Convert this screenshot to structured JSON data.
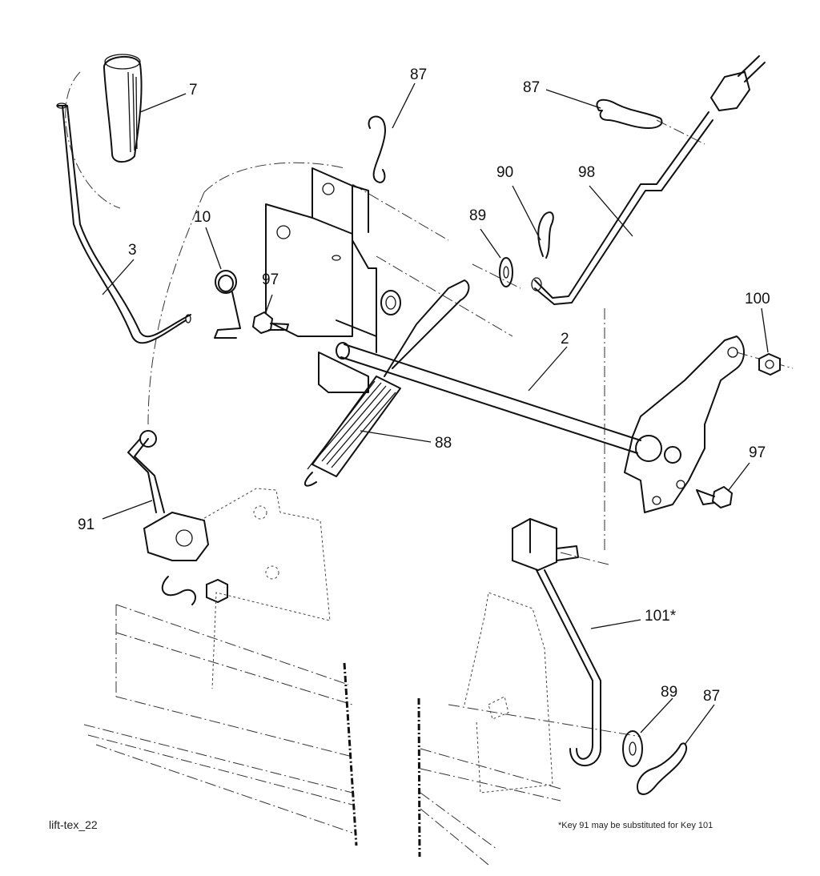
{
  "callouts": {
    "c7": "7",
    "c87a": "87",
    "c87b": "87",
    "c87c": "87",
    "c90": "90",
    "c98": "98",
    "c89a": "89",
    "c89b": "89",
    "c10": "10",
    "c3": "3",
    "c97a": "97",
    "c97b": "97",
    "c100": "100",
    "c2": "2",
    "c88": "88",
    "c91": "91",
    "c101": "101*"
  },
  "footer": {
    "figure_id": "lift-tex_22",
    "note": "*Key 91 may be substituted for Key 101"
  }
}
